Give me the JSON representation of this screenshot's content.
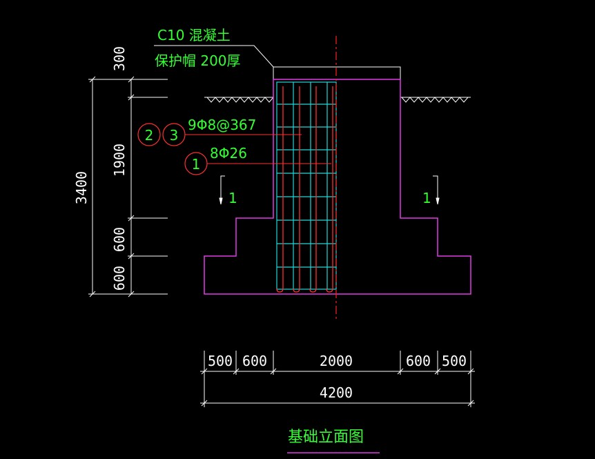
{
  "drawing": {
    "title": "基础立面图",
    "colors": {
      "background": "#000000",
      "outline": "#e23be8",
      "rebar": "#22d8d8",
      "vertical_bar": "#ff3030",
      "centerline": "#ff2020",
      "dimension": "#ffffff",
      "note": "#33ff33",
      "leader": "#ff3030",
      "ground": "#ffffff"
    },
    "notes": {
      "cap_line1": "C10 混凝土",
      "cap_line2": "保护帽 200厚",
      "stirrups": "9Φ8@367",
      "main_bars": "8Φ26"
    },
    "markers": {
      "m2": "2",
      "m3": "3",
      "m1": "1"
    },
    "section_marks": {
      "left": "1",
      "right": "1"
    },
    "dims_vertical": {
      "d300": "300",
      "d1900": "1900",
      "d600a": "600",
      "d600b": "600",
      "total": "3400"
    },
    "dims_horizontal": {
      "d500l": "500",
      "d600l": "600",
      "d2000": "2000",
      "d600r": "600",
      "d500r": "500",
      "total": "4200"
    }
  }
}
